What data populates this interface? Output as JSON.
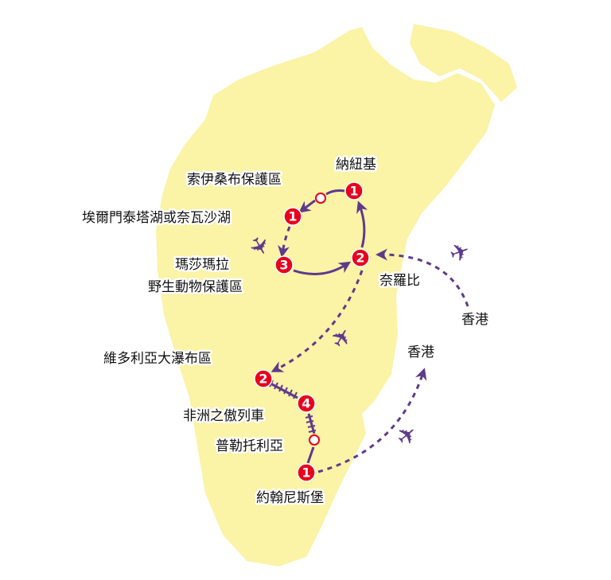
{
  "colors": {
    "land": "#fbf3a6",
    "route": "#5e3a8c",
    "marker": "#e8001c"
  },
  "labels": {
    "nanyuki": "納紐基",
    "soysambu": "索伊桑布保護區",
    "lakes": "埃爾門泰塔湖或奈瓦沙湖",
    "masai_mara_1": "瑪莎瑪拉",
    "masai_mara_2": "野生動物保護區",
    "nairobi": "奈羅比",
    "hong_kong_arrival": "香港",
    "hong_kong_departure": "香港",
    "victoria_falls": "維多利亞大瀑布區",
    "rovos_rail": "非洲之傲列車",
    "pretoria": "普勒托利亞",
    "johannesburg": "約翰尼斯堡"
  },
  "markers": {
    "nanyuki": "1",
    "lakes": "1",
    "masai_mara": "3",
    "nairobi": "2",
    "victoria_falls": "2",
    "rovos_rail": "4",
    "johannesburg": "1"
  },
  "icons": {
    "plane": "✈"
  }
}
